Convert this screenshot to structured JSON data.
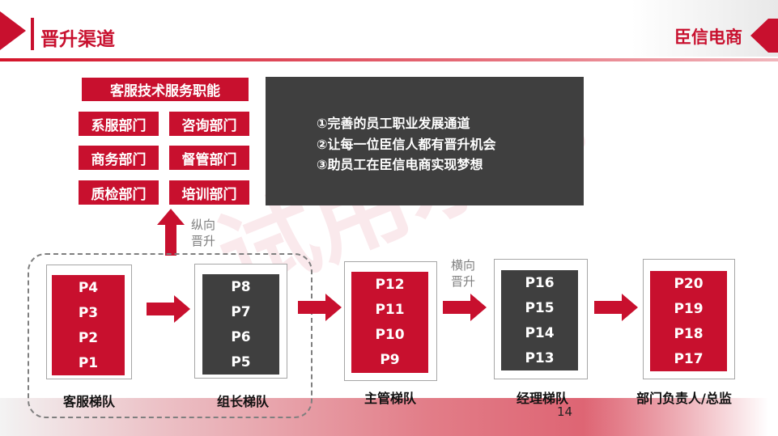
{
  "header": {
    "title": "晋升渠道",
    "brand": "臣信电商"
  },
  "functions": {
    "heading": "客服技术服务职能",
    "departments": [
      "系服部门",
      "咨询部门",
      "商务部门",
      "督管部门",
      "质检部门",
      "培训部门"
    ]
  },
  "goals": [
    "①完善的员工职业发展通道",
    "②让每一位臣信人都有晋升机会",
    "③助员工在臣信电商实现梦想"
  ],
  "notes": {
    "vertical": [
      "纵向",
      "晋升"
    ],
    "horizontal": [
      "横向",
      "晋升"
    ]
  },
  "ladders": [
    {
      "caption": "客服梯队",
      "levels": [
        "P4",
        "P3",
        "P2",
        "P1"
      ],
      "color": "#c8102e"
    },
    {
      "caption": "组长梯队",
      "levels": [
        "P8",
        "P7",
        "P6",
        "P5"
      ],
      "color": "#3f3f3f"
    },
    {
      "caption": "主管梯队",
      "levels": [
        "P12",
        "P11",
        "P10",
        "P9"
      ],
      "color": "#c8102e"
    },
    {
      "caption": "经理梯队",
      "levels": [
        "P16",
        "P15",
        "P14",
        "P13"
      ],
      "color": "#3f3f3f"
    },
    {
      "caption": "部门负责人/总监",
      "levels": [
        "P20",
        "P19",
        "P18",
        "P17"
      ],
      "color": "#c8102e"
    }
  ],
  "page_number": "14",
  "watermark": "试用水印",
  "colors": {
    "accent": "#c8102e",
    "dark": "#3f3f3f"
  }
}
